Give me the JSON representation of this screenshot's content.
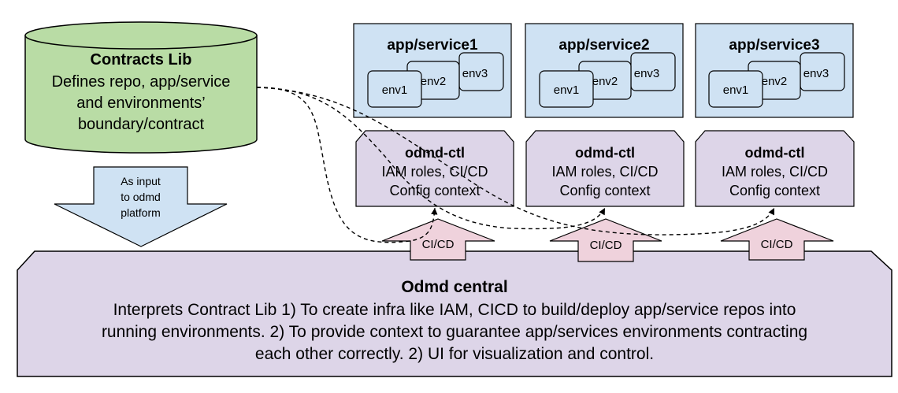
{
  "contracts_lib": {
    "title": "Contracts Lib",
    "lines": [
      "Defines repo, app/service",
      "and environments’",
      "boundary/contract"
    ]
  },
  "input_arrow": {
    "lines": [
      "As input",
      "to odmd",
      "platform"
    ]
  },
  "services": [
    {
      "title": "app/service1",
      "envs": [
        "env1",
        "env2",
        "env3"
      ],
      "ctl": {
        "title": "odmd-ctl",
        "lines": [
          "IAM roles, CI/CD",
          "Config context"
        ]
      },
      "cicd": "CI/CD"
    },
    {
      "title": "app/service2",
      "envs": [
        "env1",
        "env2",
        "env3"
      ],
      "ctl": {
        "title": "odmd-ctl",
        "lines": [
          "IAM roles, CI/CD",
          "Config context"
        ]
      },
      "cicd": "CI/CD"
    },
    {
      "title": "app/service3",
      "envs": [
        "env1",
        "env2",
        "env3"
      ],
      "ctl": {
        "title": "odmd-ctl",
        "lines": [
          "IAM roles, CI/CD",
          "Config context"
        ]
      },
      "cicd": "CI/CD"
    }
  ],
  "central": {
    "title": "Odmd central",
    "lines": [
      "Interprets Contract Lib 1) To create infra like IAM, CICD to build/deploy app/service repos into",
      "running environments. 2) To provide context to guarantee app/services environments contracting",
      "each other correctly. 2) UI for visualization and control."
    ]
  },
  "colors": {
    "lib_fill": "#b9dca5",
    "lib_stroke": "#000000",
    "service_fill": "#cfe2f3",
    "ctl_fill": "#ddd5e8",
    "central_fill": "#ddd5e8",
    "arrow_blue": "#cfe2f3",
    "cicd_fill": "#efd2dc"
  }
}
